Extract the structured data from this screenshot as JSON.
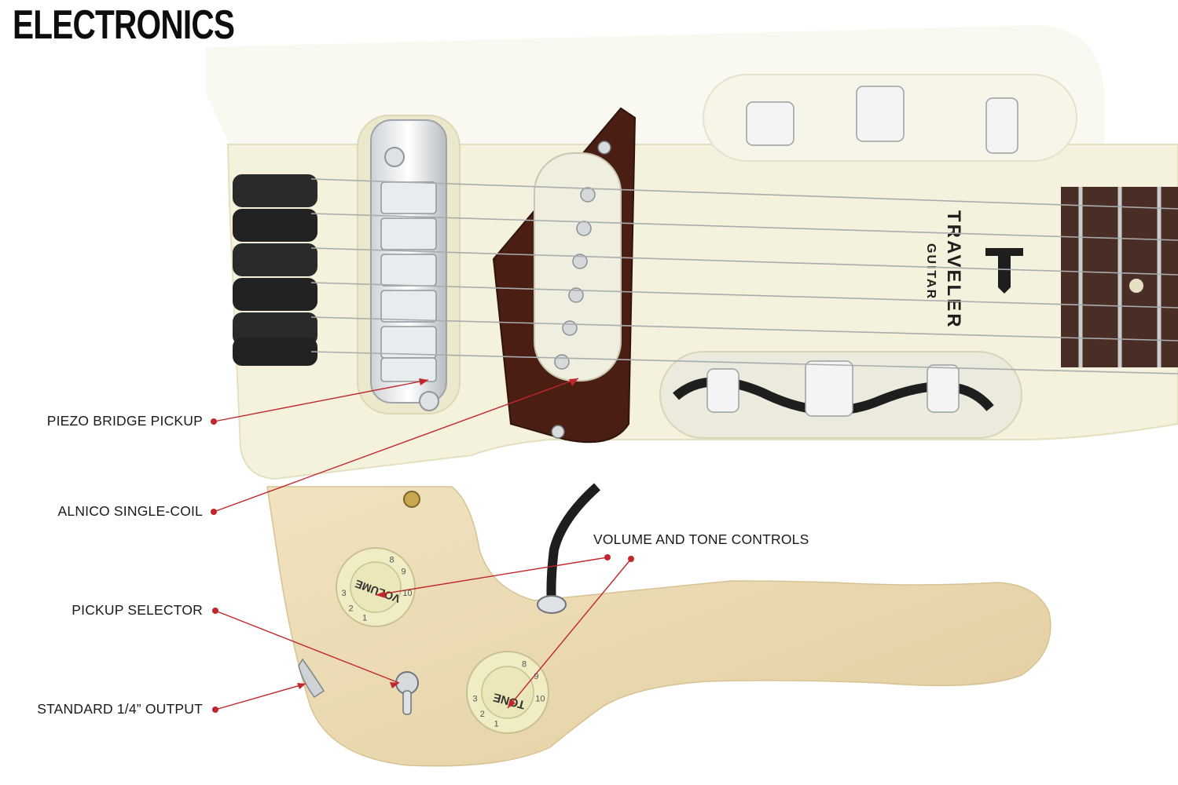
{
  "title": "ELECTRONICS",
  "brand": {
    "name": "TRAVELER",
    "sub": "GUITAR"
  },
  "callouts": {
    "piezo": "PIEZO BRIDGE PICKUP",
    "alnico": "ALNICO SINGLE-COIL",
    "volume_tone": "VOLUME AND TONE CONTROLS",
    "selector": "PICKUP SELECTOR",
    "output": "STANDARD 1/4” OUTPUT"
  },
  "knobs": {
    "volume": "VOLUME",
    "tone": "TONE",
    "scale": [
      "1",
      "2",
      "3",
      "8",
      "9",
      "10"
    ]
  },
  "colors": {
    "body": "#f3f1dc",
    "wood": "#ecdcb5",
    "leader": "#c0262c",
    "pickguard": "#4a1e12",
    "fretboard": "#4a2e26"
  }
}
